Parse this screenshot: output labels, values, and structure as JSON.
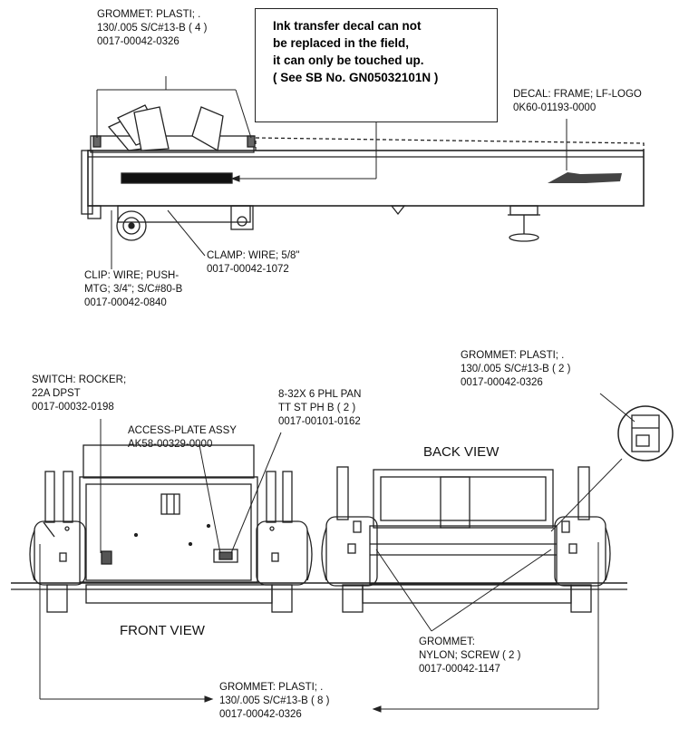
{
  "note": {
    "lines": [
      "Ink transfer decal can not",
      "be replaced in the field,",
      "it can only be touched up.",
      "( See SB No. GN05032101N )"
    ]
  },
  "labels": {
    "grommet_top": [
      "GROMMET: PLASTI; .",
      "130/.005 S/C#13-B ( 4 )",
      "0017-00042-0326"
    ],
    "decal_frame": [
      "DECAL: FRAME; LF-LOGO",
      "0K60-01193-0000"
    ],
    "clamp_wire": [
      "CLAMP: WIRE; 5/8\"",
      "0017-00042-1072"
    ],
    "clip_wire": [
      "CLIP: WIRE; PUSH-",
      "MTG;  3/4\"; S/C#80-B",
      "0017-00042-0840"
    ],
    "switch_rocker": [
      "SWITCH: ROCKER;",
      "22A DPST",
      "0017-00032-0198"
    ],
    "screw": [
      "8-32X 6 PHL PAN",
      "TT ST PH B ( 2 )",
      "0017-00101-0162"
    ],
    "access_plate": [
      "ACCESS-PLATE ASSY",
      "AK58-00329-0000"
    ],
    "grommet_back": [
      "GROMMET: PLASTI; .",
      "130/.005 S/C#13-B ( 2 )",
      "0017-00042-0326"
    ],
    "grommet_nylon": [
      "GROMMET:",
      "NYLON; SCREW ( 2 )",
      "0017-00042-1147"
    ],
    "grommet_bottom": [
      "GROMMET: PLASTI; .",
      "130/.005 S/C#13-B ( 8 )",
      "0017-00042-0326"
    ]
  },
  "views": {
    "back": "BACK VIEW",
    "front": "FRONT VIEW"
  }
}
